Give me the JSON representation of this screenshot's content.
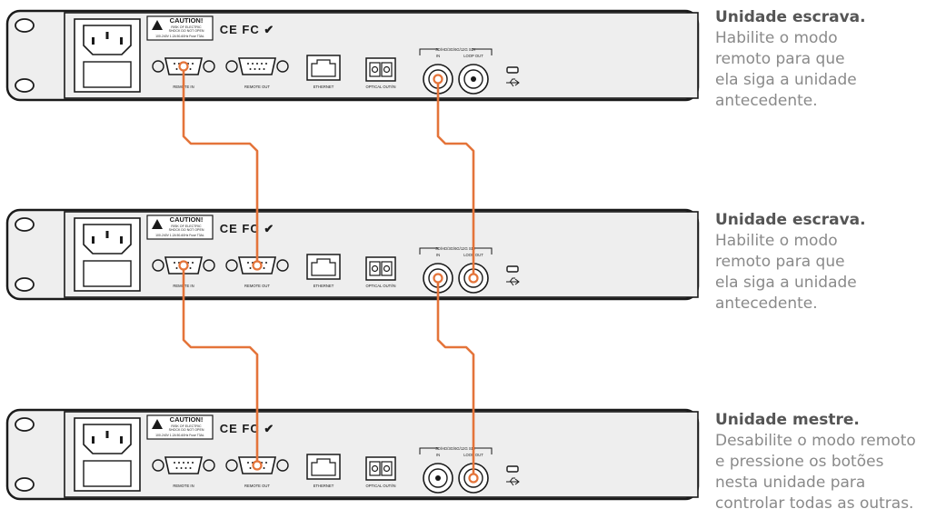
{
  "units": [
    {
      "id": "slave-1",
      "caption_title": "Unidade escrava.",
      "caption_lines": [
        "Habilite o modo",
        "remoto para que",
        "ela siga a unidade",
        "antecedente."
      ]
    },
    {
      "id": "slave-2",
      "caption_title": "Unidade escrava.",
      "caption_lines": [
        "Habilite o modo",
        "remoto para que",
        "ela siga a unidade",
        "antecedente."
      ]
    },
    {
      "id": "master",
      "caption_title": "Unidade mestre.",
      "caption_lines": [
        "Desabilite o modo remoto",
        "e pressione os botões",
        "nesta unidade para",
        "controlar todas as outras."
      ]
    }
  ],
  "panel_labels": {
    "caution_title": "CAUTION!",
    "caution_note_1": "RISK OF ELECTRIC",
    "caution_note_2": "SHOCK DO NOT OPEN",
    "power_rating": "100-240V 1.2A 50-60Hz Fuse T3AL",
    "certification_marks": "CE FC ✔",
    "remote_in": "REMOTE IN",
    "remote_out": "REMOTE OUT",
    "ethernet": "ETHERNET",
    "optical": "OPTICAL OUT/IN",
    "sdi_header": "SD/HD/3G/6G/12G SDI",
    "sdi_in": "IN",
    "sdi_loop_out": "LOOP OUT"
  },
  "colors": {
    "cable": "#e4743a",
    "panel_fill": "#eeeeee",
    "panel_stroke": "#1a1a1a",
    "caption_title": "#555555",
    "caption_text": "#8a8a8a"
  }
}
